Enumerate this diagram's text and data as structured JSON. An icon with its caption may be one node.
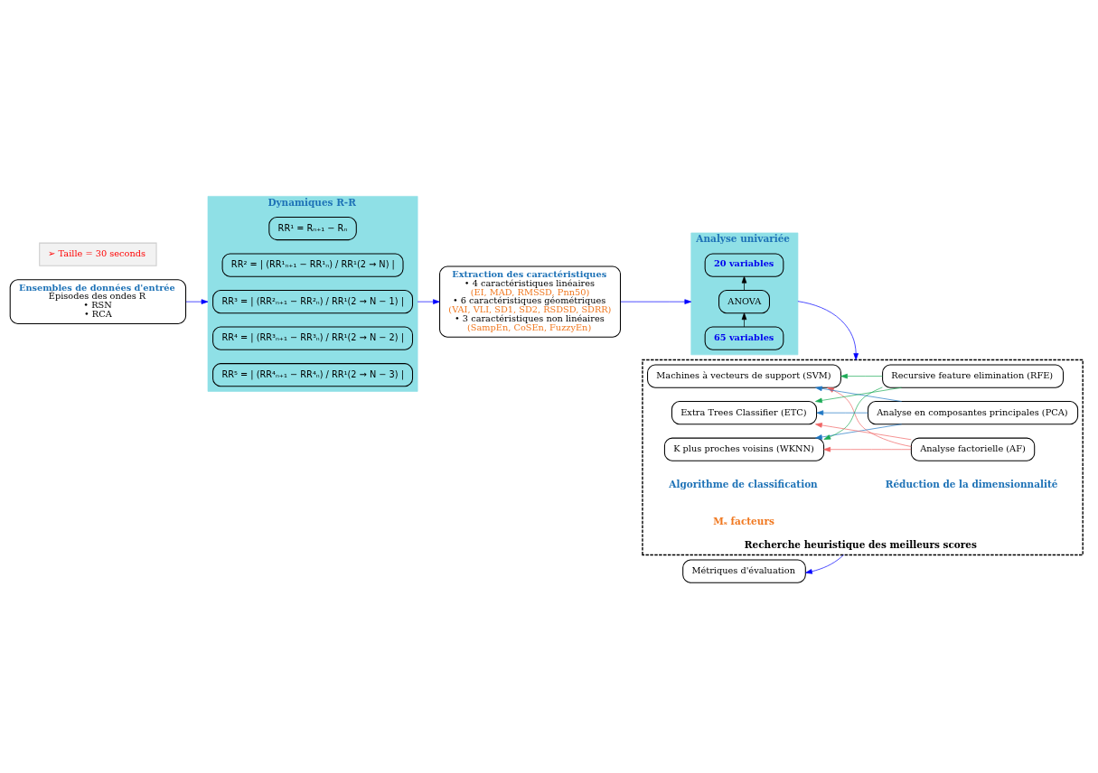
{
  "diagram": {
    "nodes": [
      {
        "text": [
          "Ensembles de données d'entrée",
          "Épisodes des ondes R",
          "• RSN",
          "• RCA"
        ]
      },
      {
        "text": [
          "➢ Taille = 30 seconds"
        ]
      },
      {
        "text": [
          "Dynamiques R-R"
        ]
      },
      {
        "text": [
          "RR¹ = Rₙ₊₁ − Rₙ"
        ],
        "in": 2
      },
      {
        "text": [
          "RR² = | (RR¹ₙ₊₁ − RR¹ₙ) / RR¹(2 → N) |"
        ],
        "in": 2
      },
      {
        "text": [
          "RR³ = | (RR²ₙ₊₁ − RR²ₙ) / RR¹(2 → N − 1) |"
        ],
        "in": 2
      },
      {
        "text": [
          "RR⁴ = | (RR³ₙ₊₁ − RR³ₙ) / RR¹(2 → N − 2) |"
        ],
        "in": 2
      },
      {
        "text": [
          "RR⁵ = | (RR⁴ₙ₊₁ − RR⁴ₙ) / RR¹(2 → N − 3) |"
        ],
        "in": 2
      },
      {
        "text": [
          "Extraction des caractéristiques",
          "• 4 caractéristiques linéaires",
          "(EI, MAD, RMSSD, Pnn50)",
          "• 6 caractéristiques géométriques",
          "(VAI, VLI, SD1, SD2, RSDSD, SDRR)",
          "• 3 caractéristiques non linéaires",
          "(SampEn, CoSEn, FuzzyEn)"
        ]
      },
      {
        "text": [
          "Analyse univariée"
        ]
      },
      {
        "text": [
          "65 variables"
        ],
        "in": 9
      },
      {
        "text": [
          "ANOVA"
        ],
        "in": 9
      },
      {
        "text": [
          "20 variables"
        ],
        "in": 9
      },
      {
        "text": [
          "Recherche heuristique des meilleurs scores"
        ]
      },
      {
        "text": [
          "Machines à vecteurs de support (SVM)"
        ],
        "in": 13
      },
      {
        "text": [
          "K plus proches voisins (WKNN)"
        ],
        "in": 13
      },
      {
        "text": [
          "Extra Trees Classifier (ETC)"
        ],
        "in": 13
      },
      {
        "text": [
          "Analyse factorielle (AF)"
        ],
        "in": 13
      },
      {
        "text": [
          "Analyse en composantes principales (PCA)"
        ],
        "in": 13
      },
      {
        "text": [
          "Recursive feature elimination (RFE)"
        ],
        "in": 13
      },
      {
        "text": [
          "Métriques d'évaluation"
        ]
      }
    ],
    "edges": [
      {
        "from": 0,
        "to": 2,
        "arrow": "to"
      },
      {
        "from": 2,
        "to": 8,
        "arrow": "to"
      },
      {
        "from": 8,
        "to": 9,
        "arrow": "to"
      },
      {
        "from": 10,
        "to": 11,
        "arrow": "to",
        "color": "#000000"
      },
      {
        "from": 11,
        "to": 12,
        "arrow": "to",
        "color": "#000000"
      },
      {
        "from": 9,
        "to": 13,
        "arrow": "to"
      },
      {
        "from": 13,
        "to": 20,
        "arrow": "to"
      },
      {
        "from": 17,
        "to": 14,
        "arrow": "to",
        "color": "#f06464"
      },
      {
        "from": 17,
        "to": 15,
        "arrow": "to",
        "color": "#f06464"
      },
      {
        "from": 17,
        "to": 16,
        "arrow": "to",
        "color": "#f06464"
      },
      {
        "from": 18,
        "to": 14,
        "arrow": "to",
        "color": "#1f77c4"
      },
      {
        "from": 18,
        "to": 15,
        "arrow": "to",
        "color": "#1f77c4"
      },
      {
        "from": 18,
        "to": 16,
        "arrow": "to",
        "color": "#1f77c4"
      },
      {
        "from": 19,
        "to": 14,
        "arrow": "to",
        "color": "#1aaa55"
      },
      {
        "from": 19,
        "to": 15,
        "arrow": "to",
        "color": "#1aaa55"
      },
      {
        "from": 19,
        "to": 16,
        "arrow": "to",
        "color": "#1aaa55"
      }
    ],
    "labels": [
      "Algorithme de classification",
      "Mₛ facteurs",
      "Réduction de la dimensionnalité"
    ]
  }
}
